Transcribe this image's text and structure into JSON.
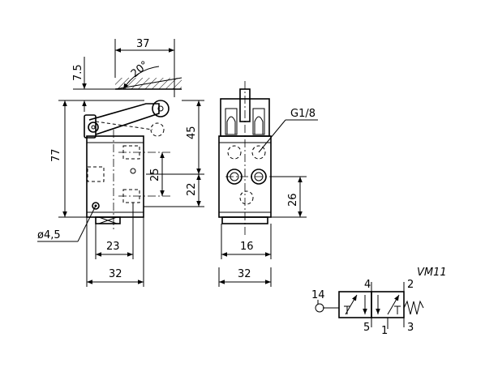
{
  "dimensions": {
    "d37": "37",
    "d7_5": "7.5",
    "d20deg": "20°",
    "d77": "77",
    "d45": "45",
    "d25": "25",
    "d22": "22",
    "d26": "26",
    "d23": "23",
    "d32_front": "32",
    "d16": "16",
    "d32_side": "32",
    "hole": "ø4,5",
    "thread": "G1/8"
  },
  "model": "VM11",
  "symbol_ports": {
    "p14": "14",
    "p4": "4",
    "p2": "2",
    "p5": "5",
    "p1": "1",
    "p3": "3"
  }
}
